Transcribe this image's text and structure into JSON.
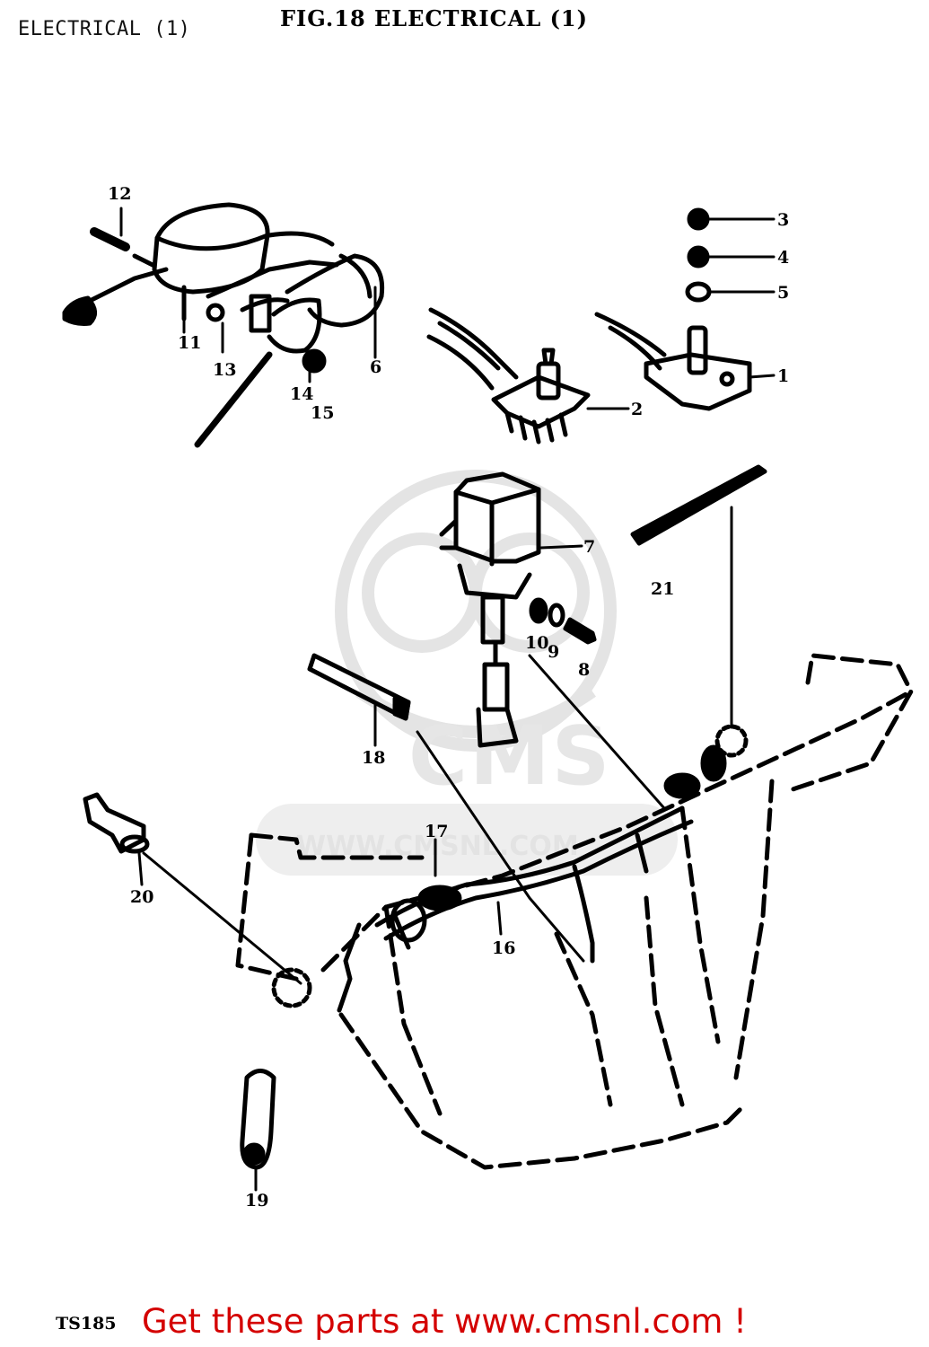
{
  "page_title": "ELECTRICAL (1)",
  "figure_title": "FIG.18   ELECTRICAL  (1)",
  "model_code": "TS185",
  "promo_text": "Get these parts at www.cmsnl.com !",
  "watermark": {
    "brand": "CMS",
    "url": "WWW.CMSNL.COM"
  },
  "part_numbers": [
    "1",
    "2",
    "3",
    "4",
    "5",
    "6",
    "7",
    "8",
    "9",
    "10",
    "11",
    "12",
    "13",
    "14",
    "15",
    "16",
    "17",
    "18",
    "19",
    "20",
    "21"
  ],
  "colors": {
    "ink": "#000000",
    "promo": "#d40000",
    "watermark": "#e6e6e6"
  }
}
